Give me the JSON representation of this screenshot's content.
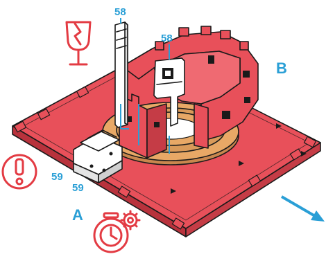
{
  "labels": {
    "part_58_upper": "58",
    "part_58_lower": "58",
    "part_59_upper": "59",
    "part_59_lower": "59",
    "side_a": "A",
    "side_b": "B"
  },
  "icons": [
    "fragile-glass-icon",
    "warning-exclamation-icon",
    "stopwatch-gear-icon",
    "direction-arrow-icon"
  ],
  "colors": {
    "base_red": "#e8505a",
    "base_dark": "#b8323c",
    "outline": "#1a1a1a",
    "wood_ring": "#e8a866",
    "part_white": "#ffffff",
    "callout_blue": "#2a9fd6",
    "icon_red": "#e33b43"
  }
}
